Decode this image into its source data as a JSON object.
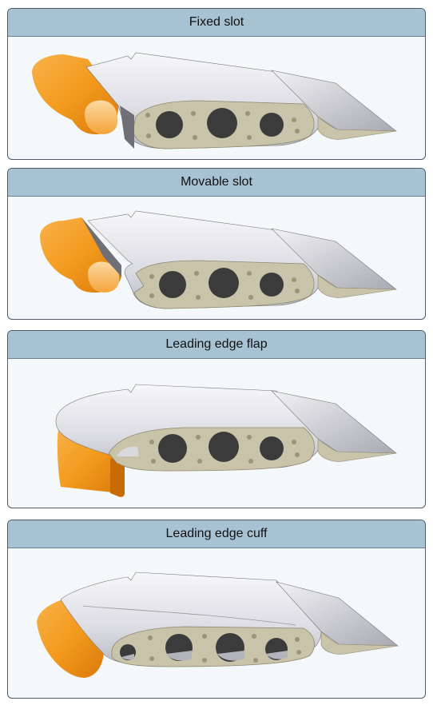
{
  "panels": [
    {
      "title": "Fixed slot"
    },
    {
      "title": "Movable slot"
    },
    {
      "title": "Leading edge flap"
    },
    {
      "title": "Leading edge cuff"
    }
  ],
  "colors": {
    "header_bg": "#a7c2d3",
    "panel_bg": "#f4f8fb",
    "wing_skin": "#e4e4ea",
    "rib": "#c9c3aa",
    "hole": "#3b3b3b",
    "leading_device": "#f39a1d"
  }
}
